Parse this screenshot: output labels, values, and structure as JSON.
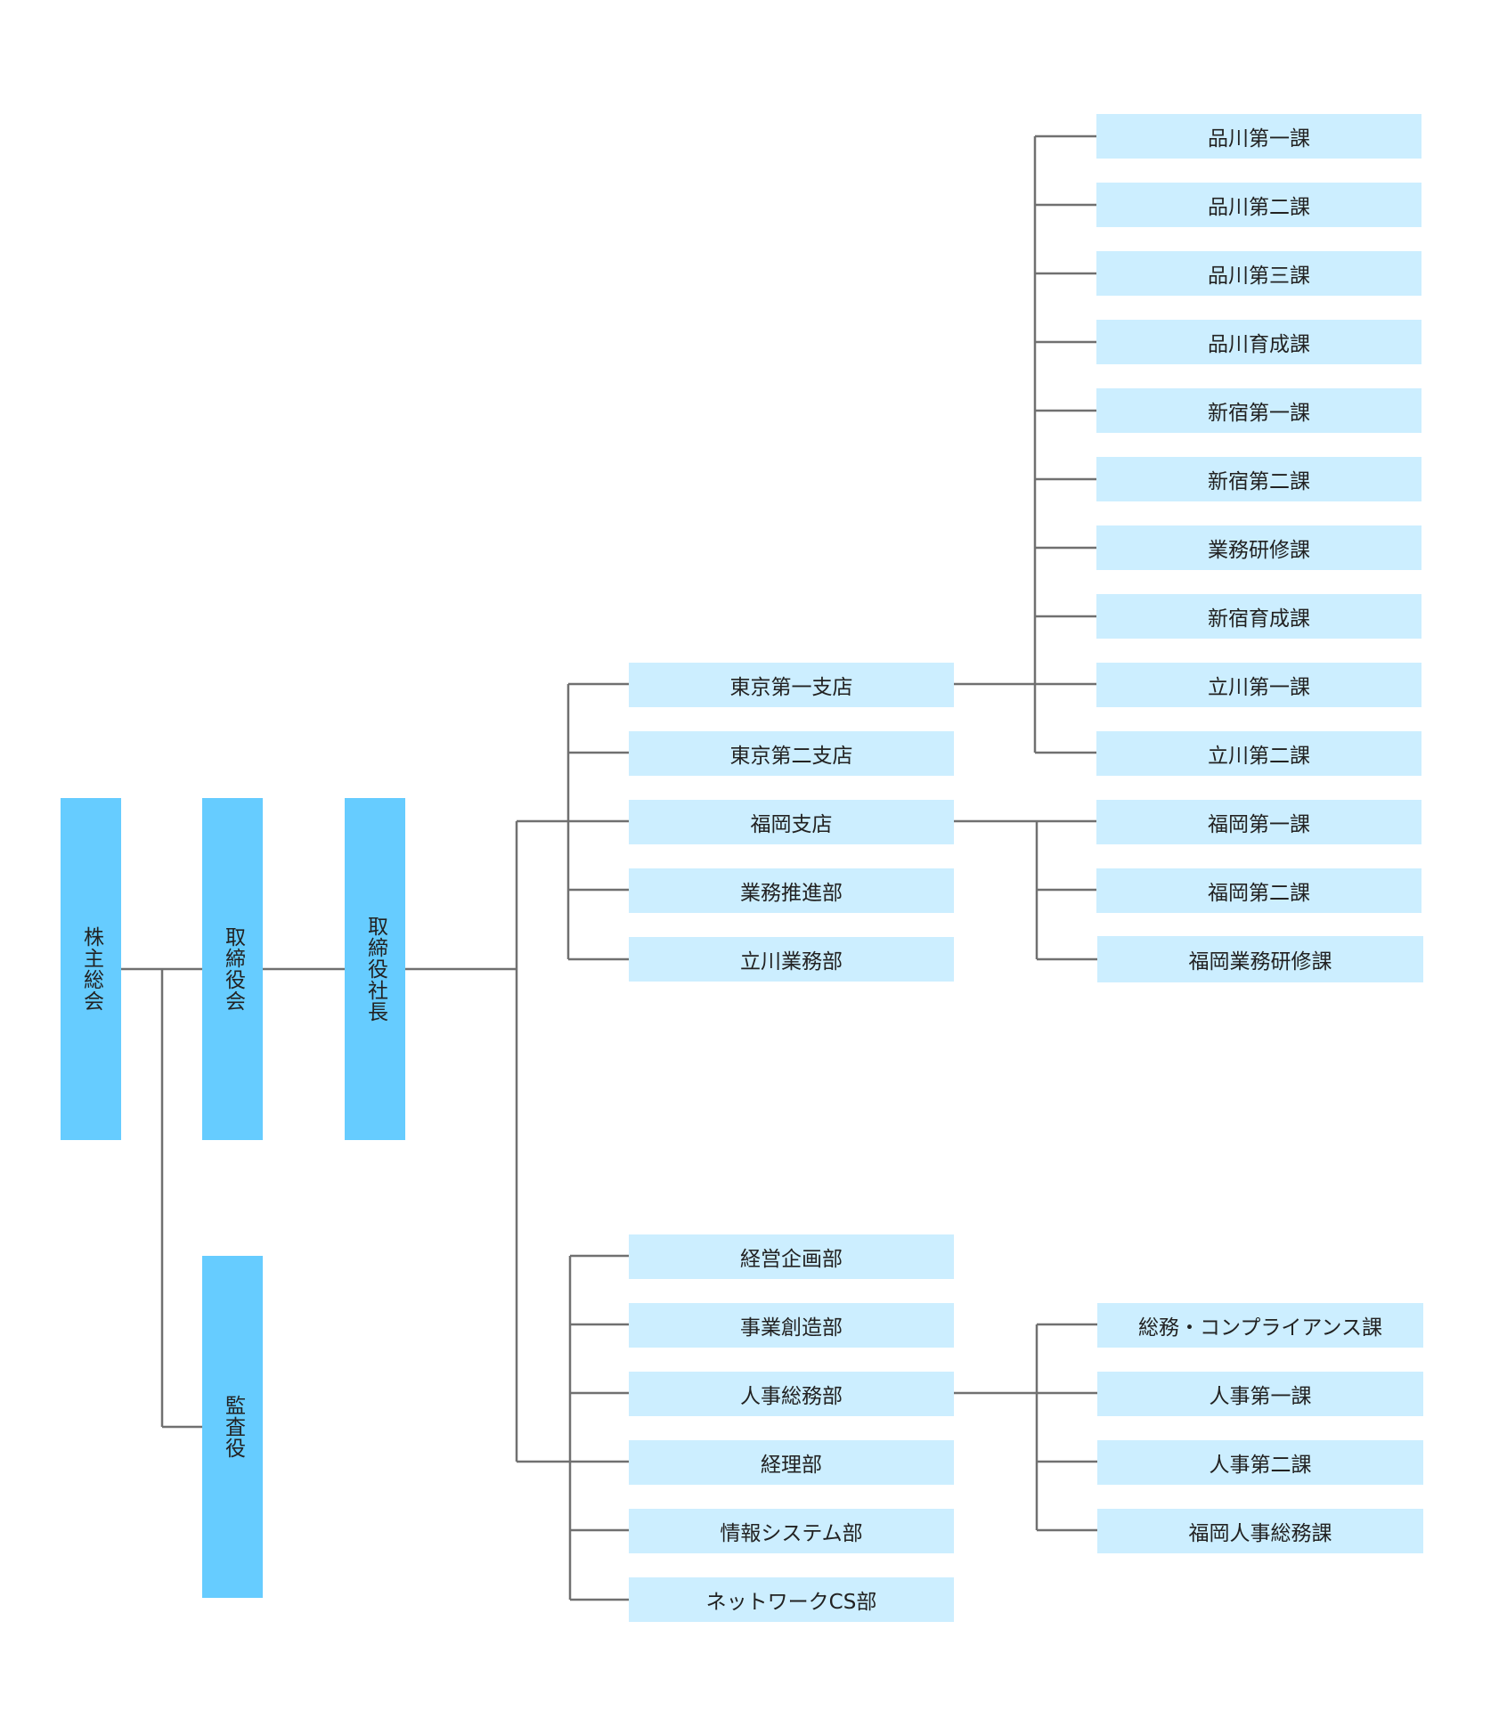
{
  "colors": {
    "primary_box": "#66ccff",
    "secondary_box": "#cceeff",
    "line": "#707070",
    "text": "#222222"
  },
  "top_level": {
    "shareholders": "株主総会",
    "board": "取締役会",
    "president": "取締役社長",
    "auditor": "監査役"
  },
  "branches": [
    "東京第一支店",
    "東京第二支店",
    "福岡支店",
    "業務推進部",
    "立川業務部"
  ],
  "tokyo1_sections": [
    "品川第一課",
    "品川第二課",
    "品川第三課",
    "品川育成課",
    "新宿第一課",
    "新宿第二課",
    "業務研修課",
    "新宿育成課",
    "立川第一課",
    "立川第二課"
  ],
  "fukuoka_sections": [
    "福岡第一課",
    "福岡第二課",
    "福岡業務研修課"
  ],
  "hq_departments": [
    "経営企画部",
    "事業創造部",
    "人事総務部",
    "経理部",
    "情報システム部",
    "ネットワークCS部"
  ],
  "hr_sections": [
    "総務・コンプライアンス課",
    "人事第一課",
    "人事第二課",
    "福岡人事総務課"
  ]
}
